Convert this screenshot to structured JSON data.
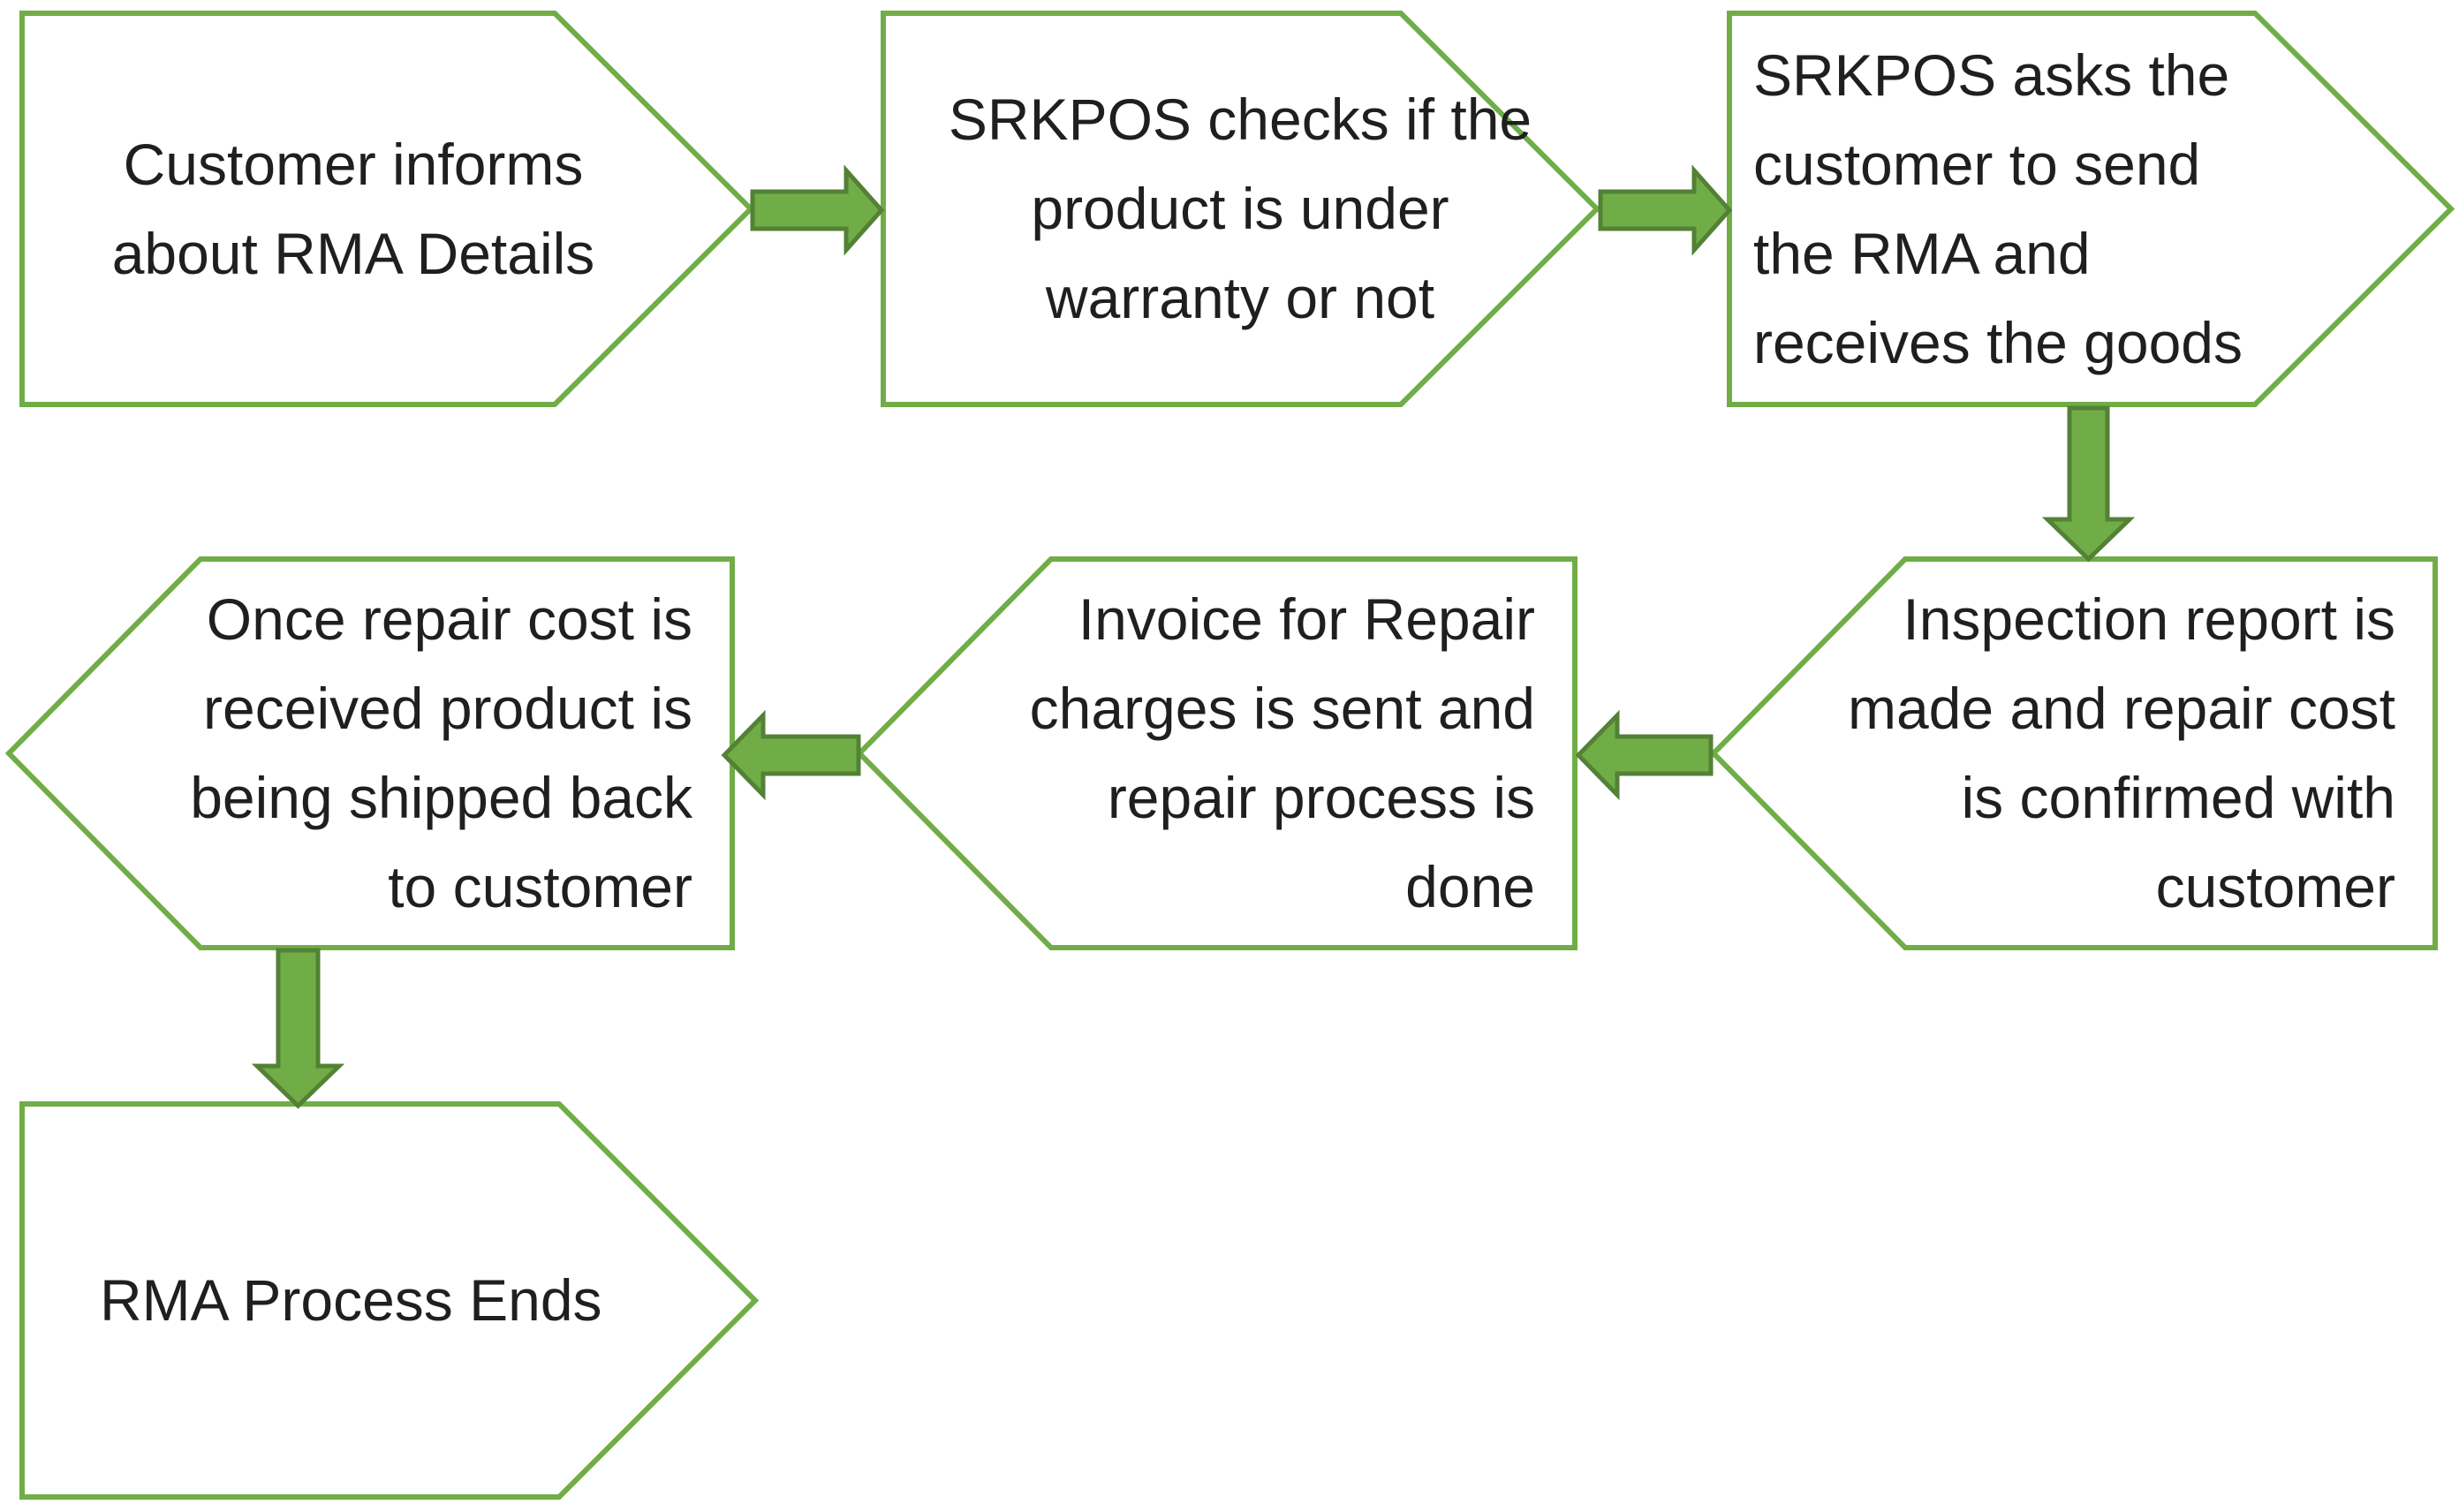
{
  "colors": {
    "node_border": "#70AD47",
    "node_fill": "#FFFFFF",
    "arrow_fill": "#70AD47",
    "arrow_border": "#538135",
    "text": "#1F1F1F",
    "background": "#FFFFFF"
  },
  "flowchart": {
    "nodes": [
      {
        "id": "step-1",
        "shape": "pentagon-right",
        "text": "Customer informs\nabout RMA Details"
      },
      {
        "id": "step-2",
        "shape": "pentagon-right",
        "text": "SRKPOS checks if the\nproduct is under\nwarranty or not"
      },
      {
        "id": "step-3",
        "shape": "pentagon-right",
        "text": "SRKPOS asks the\ncustomer to send\nthe RMA and\nreceives the goods"
      },
      {
        "id": "step-4",
        "shape": "pentagon-left",
        "text": "Inspection report is\nmade and repair cost\nis confirmed with\ncustomer"
      },
      {
        "id": "step-5",
        "shape": "pentagon-left",
        "text": "Invoice for Repair\ncharges is sent and\nrepair process is\ndone"
      },
      {
        "id": "step-6",
        "shape": "pentagon-left",
        "text": "Once repair cost is\nreceived product is\nbeing shipped back\nto customer"
      },
      {
        "id": "step-7",
        "shape": "pentagon-right",
        "text": "RMA Process Ends"
      }
    ],
    "connectors": [
      {
        "from": "step-1",
        "to": "step-2",
        "direction": "right"
      },
      {
        "from": "step-2",
        "to": "step-3",
        "direction": "right"
      },
      {
        "from": "step-3",
        "to": "step-4",
        "direction": "down"
      },
      {
        "from": "step-4",
        "to": "step-5",
        "direction": "left"
      },
      {
        "from": "step-5",
        "to": "step-6",
        "direction": "left"
      },
      {
        "from": "step-6",
        "to": "step-7",
        "direction": "down"
      }
    ]
  }
}
